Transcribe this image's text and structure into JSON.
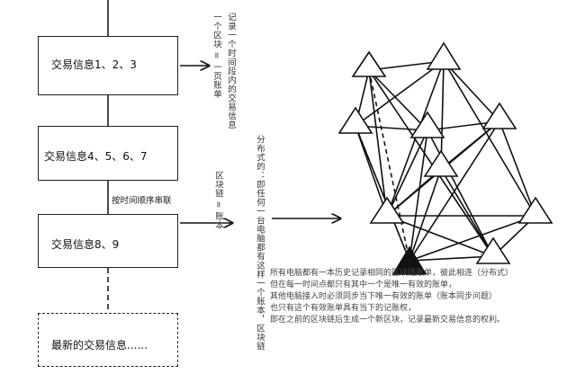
{
  "blocks": {
    "block1": "交易信息1、2、3",
    "block2": "交易信息4、5、6、7",
    "block3": "交易信息8、9",
    "latest": "最新的交易信息......"
  },
  "chain_link_label": "按时间顺序串联",
  "notes": {
    "block_def": "记录一个时间段内的交易信息",
    "block_eq": "一个区块 = 一页账单",
    "chain_eq": "区块链 = 账本",
    "distributed": "分布式的：即任何一台电脑都有这样一个账本，区块链"
  },
  "paragraph": [
    "所有电脑都有一本历史记录相同的区块链账单，彼此相连（分布式）",
    "但在每一时间点都只有其中一个是唯一有效的账单，",
    "其他电脑接入时必须同步当下唯一有效的账单（账本同步问题）",
    "也只有这个有效账单具有当下的记账权，",
    "即在之前的区块链后生成一个新区块，记录最新交易信息的权利。"
  ]
}
